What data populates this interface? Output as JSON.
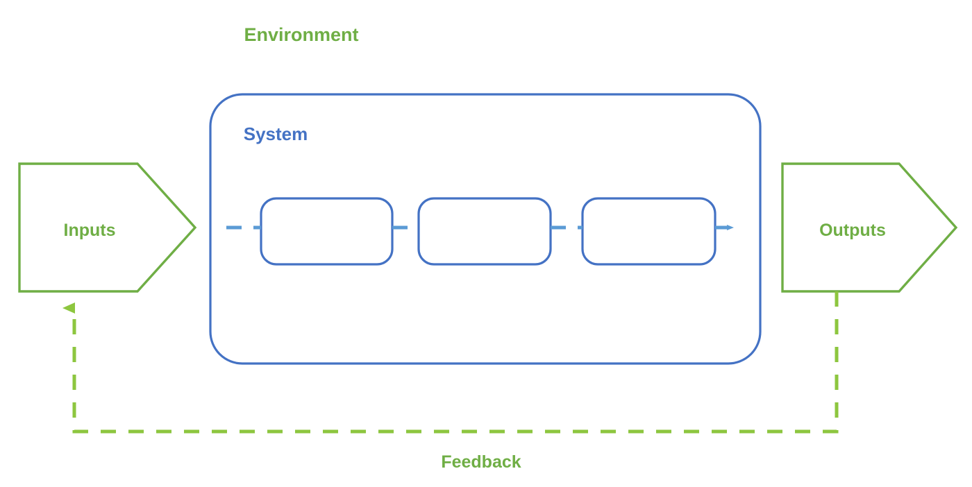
{
  "diagram": {
    "title_label": "Environment",
    "system_label": "System",
    "feedback_label": "Feedback",
    "input_node": {
      "label": "Inputs",
      "shape": "pentagon-arrow-right"
    },
    "output_node": {
      "label": "Outputs",
      "shape": "pentagon-arrow-right"
    },
    "process_steps": [
      {
        "label": "",
        "shape": "rounded-rectangle"
      },
      {
        "label": "",
        "shape": "rounded-rectangle"
      },
      {
        "label": "",
        "shape": "rounded-rectangle"
      }
    ],
    "connectors": {
      "flow_style": "dashed-arrow-right",
      "feedback_style": "dashed-arrow-up",
      "flow_arrow_icon": "arrow-right-icon",
      "feedback_arrow_icon": "arrow-up-icon"
    },
    "colors": {
      "green": "#6FAE45",
      "green_light": "#8DC63F",
      "blue": "#4472C4",
      "blue_light": "#5B9BD5",
      "background": "#FFFFFF"
    },
    "typography": {
      "title_size": "27px",
      "system_size": "26px",
      "node_size": "25px",
      "feedback_size": "25px"
    }
  }
}
